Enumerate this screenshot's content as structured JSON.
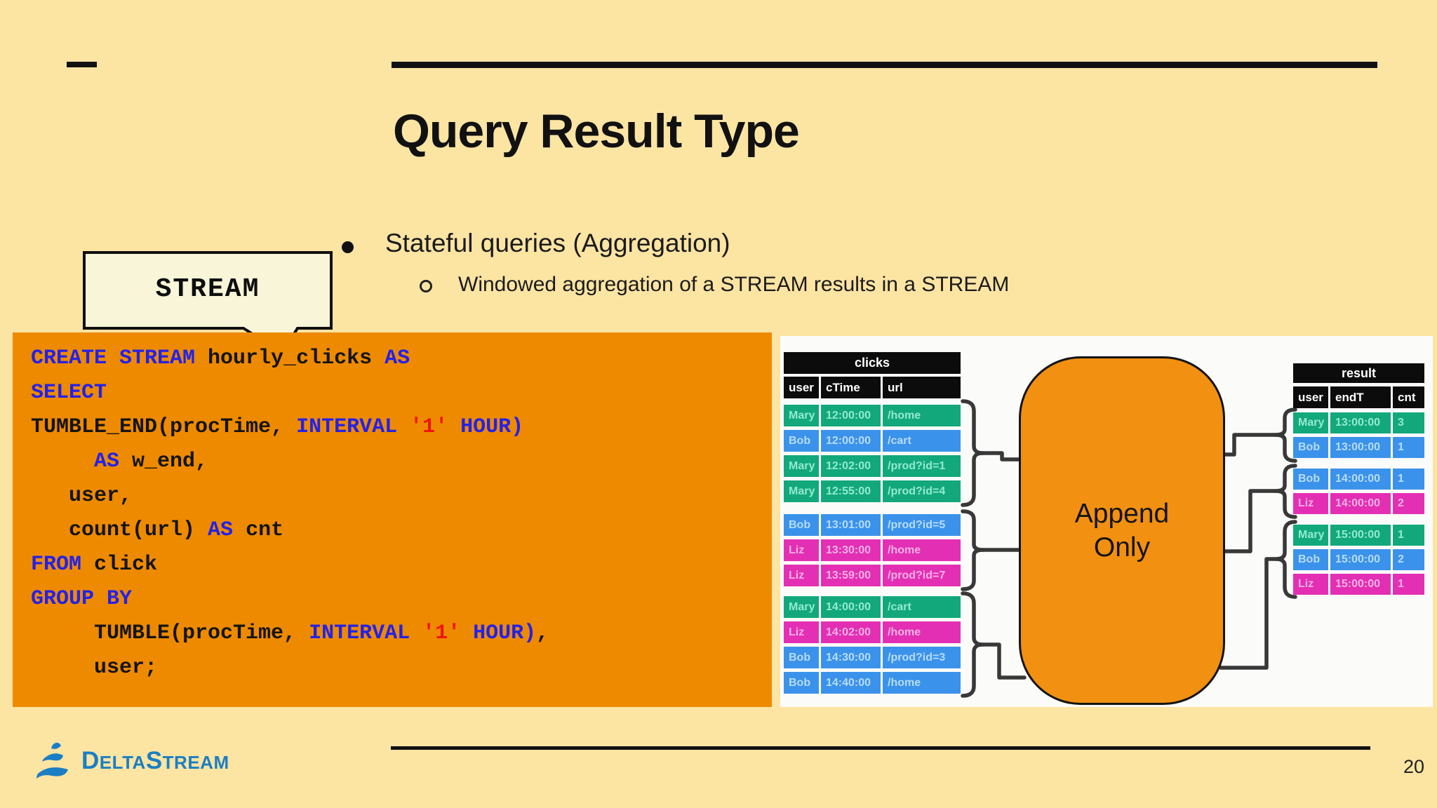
{
  "slide": {
    "title": "Query Result Type",
    "page_number": "20",
    "bullets": {
      "main": "Stateful queries (Aggregation)",
      "sub": "Windowed aggregation of a STREAM results in a STREAM"
    },
    "callout_label": "STREAM",
    "logo": {
      "part1": "D",
      "part2": "ELTA",
      "part3": "S",
      "part4": "TREAM"
    }
  },
  "code": {
    "lines": [
      [
        {
          "t": "CREATE STREAM ",
          "c": "kw"
        },
        {
          "t": "hourly_clicks ",
          "c": "pl"
        },
        {
          "t": "AS",
          "c": "kw"
        }
      ],
      [
        {
          "t": "SELECT",
          "c": "kw"
        }
      ],
      [
        {
          "t": "TUMBLE_END(procTime, ",
          "c": "pl"
        },
        {
          "t": "INTERVAL ",
          "c": "kw"
        },
        {
          "t": "'1'",
          "c": "str"
        },
        {
          "t": " ",
          "c": "pl"
        },
        {
          "t": "HOUR)",
          "c": "kw"
        }
      ],
      [
        {
          "t": "     ",
          "c": "pl"
        },
        {
          "t": "AS",
          "c": "kw"
        },
        {
          "t": " w_end,",
          "c": "pl"
        }
      ],
      [
        {
          "t": "   user,",
          "c": "pl"
        }
      ],
      [
        {
          "t": "   count(url) ",
          "c": "pl"
        },
        {
          "t": "AS",
          "c": "kw"
        },
        {
          "t": " cnt",
          "c": "pl"
        }
      ],
      [
        {
          "t": "FROM",
          "c": "kw"
        },
        {
          "t": " click",
          "c": "pl"
        }
      ],
      [
        {
          "t": "GROUP BY",
          "c": "kw"
        }
      ],
      [
        {
          "t": "     TUMBLE(procTime, ",
          "c": "pl"
        },
        {
          "t": "INTERVAL ",
          "c": "kw"
        },
        {
          "t": "'1'",
          "c": "str"
        },
        {
          "t": " ",
          "c": "pl"
        },
        {
          "t": "HOUR)",
          "c": "kw"
        },
        {
          "t": ",",
          "c": "pl"
        }
      ],
      [
        {
          "t": "     user;",
          "c": "pl"
        }
      ]
    ]
  },
  "diagram": {
    "append_box": {
      "line1": "Append",
      "line2": "Only"
    },
    "clicks_table": {
      "title": "clicks",
      "columns": [
        "user",
        "cTime",
        "url"
      ],
      "groups": [
        [
          {
            "user": "Mary",
            "cTime": "12:00:00",
            "url": "/home",
            "color": "green"
          },
          {
            "user": "Bob",
            "cTime": "12:00:00",
            "url": "/cart",
            "color": "blue"
          },
          {
            "user": "Mary",
            "cTime": "12:02:00",
            "url": "/prod?id=1",
            "color": "green"
          },
          {
            "user": "Mary",
            "cTime": "12:55:00",
            "url": "/prod?id=4",
            "color": "green"
          }
        ],
        [
          {
            "user": "Bob",
            "cTime": "13:01:00",
            "url": "/prod?id=5",
            "color": "blue"
          },
          {
            "user": "Liz",
            "cTime": "13:30:00",
            "url": "/home",
            "color": "magenta"
          },
          {
            "user": "Liz",
            "cTime": "13:59:00",
            "url": "/prod?id=7",
            "color": "magenta"
          }
        ],
        [
          {
            "user": "Mary",
            "cTime": "14:00:00",
            "url": "/cart",
            "color": "green"
          },
          {
            "user": "Liz",
            "cTime": "14:02:00",
            "url": "/home",
            "color": "magenta"
          },
          {
            "user": "Bob",
            "cTime": "14:30:00",
            "url": "/prod?id=3",
            "color": "blue"
          },
          {
            "user": "Bob",
            "cTime": "14:40:00",
            "url": "/home",
            "color": "blue"
          }
        ]
      ]
    },
    "result_table": {
      "title": "result",
      "columns": [
        "user",
        "endT",
        "cnt"
      ],
      "groups": [
        [
          {
            "user": "Mary",
            "endT": "13:00:00",
            "cnt": "3",
            "color": "green"
          },
          {
            "user": "Bob",
            "endT": "13:00:00",
            "cnt": "1",
            "color": "blue"
          }
        ],
        [
          {
            "user": "Bob",
            "endT": "14:00:00",
            "cnt": "1",
            "color": "blue"
          },
          {
            "user": "Liz",
            "endT": "14:00:00",
            "cnt": "2",
            "color": "magenta"
          }
        ],
        [
          {
            "user": "Mary",
            "endT": "15:00:00",
            "cnt": "1",
            "color": "green"
          },
          {
            "user": "Bob",
            "endT": "15:00:00",
            "cnt": "2",
            "color": "blue"
          },
          {
            "user": "Liz",
            "endT": "15:00:00",
            "cnt": "1",
            "color": "magenta"
          }
        ]
      ]
    }
  },
  "colors": {
    "slide_background": "#fce4a3",
    "code_background": "#ee8a00",
    "append_box_orange": "#f29011",
    "keyword_blue": "#2421e8",
    "literal_red": "#f01410",
    "row_green": "#12a87b",
    "row_blue": "#3b92ea",
    "row_magenta": "#e32fb4",
    "logo_blue": "#1b7ec3"
  }
}
